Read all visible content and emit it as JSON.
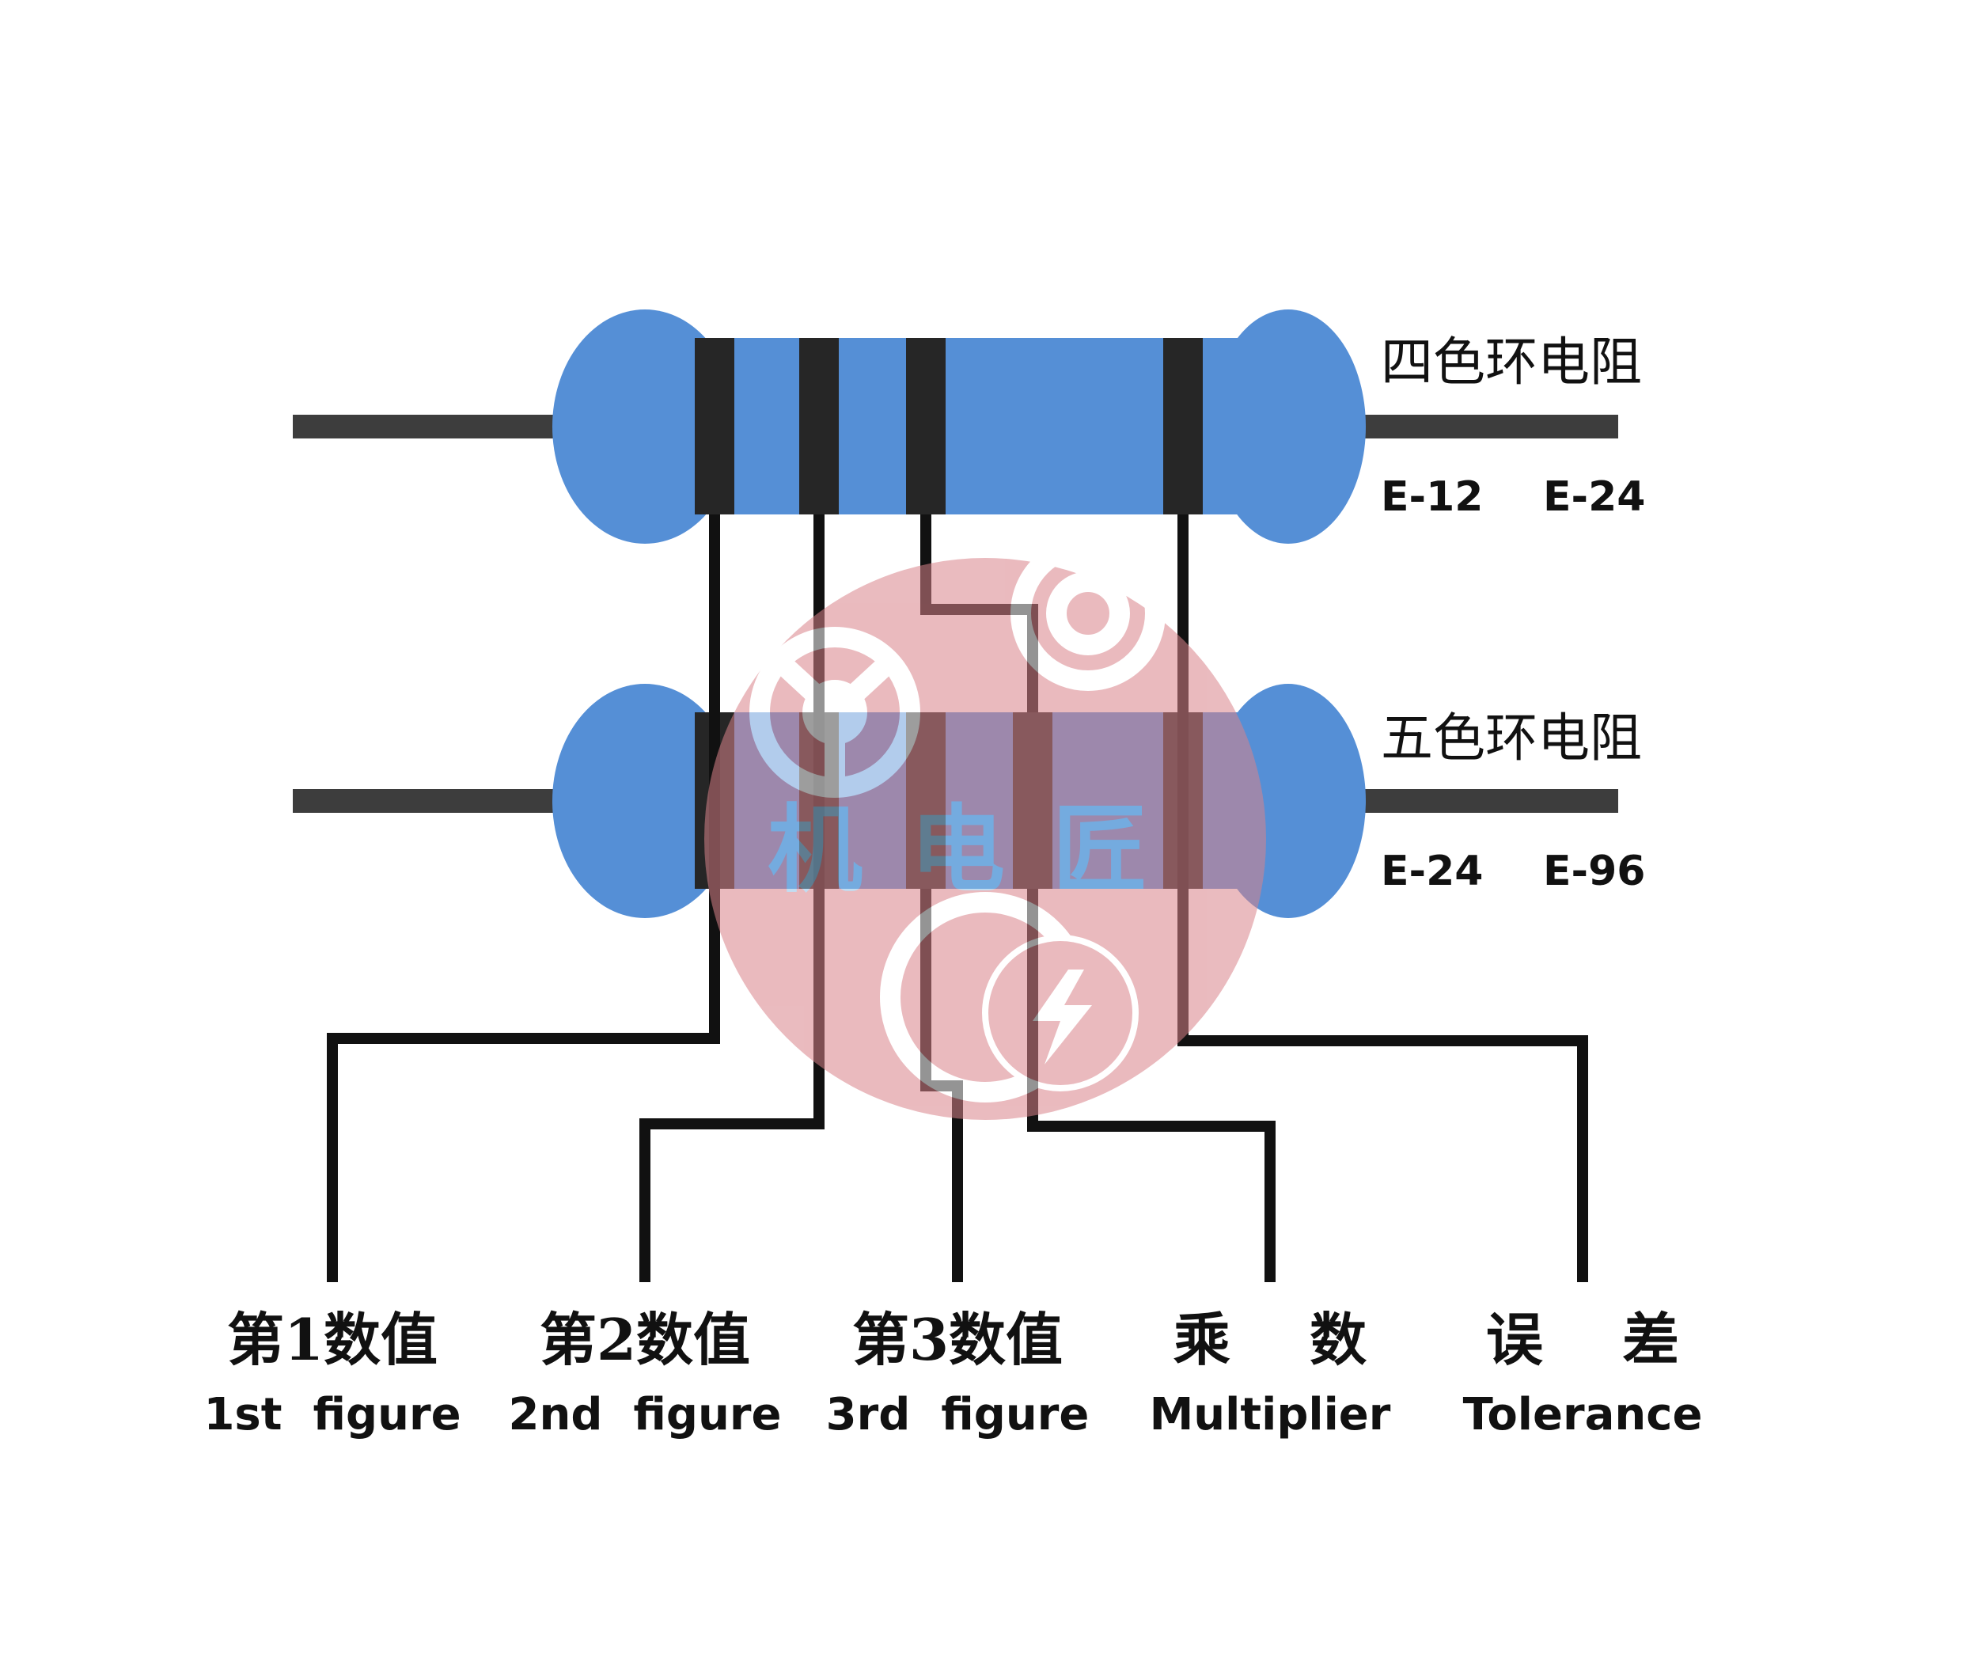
{
  "colors": {
    "body": "#558fd6",
    "band": "#262626",
    "lead": "#3d3d3d",
    "line": "#111111",
    "watermark_circle": "#d9838a",
    "watermark_gear": "#ffffff",
    "watermark_text": "#8fc3e8"
  },
  "resistor_four": {
    "title": "四色环电阻",
    "series_a": "E-12",
    "series_b": "E-24"
  },
  "resistor_five": {
    "title": "五色环电阻",
    "series_a": "E-24",
    "series_b": "E-96"
  },
  "labels": [
    {
      "cn": "第1数值",
      "en": "1st  figure"
    },
    {
      "cn": "第2数值",
      "en": "2nd  figure"
    },
    {
      "cn": "第3数值",
      "en": "3rd  figure"
    },
    {
      "cn": "乘    数",
      "en": "Multiplier"
    },
    {
      "cn": "误    差",
      "en": "Tolerance"
    }
  ],
  "watermark": {
    "text": "机电匠",
    "icons": [
      "gear-icon",
      "lightning-bolt-icon"
    ]
  }
}
